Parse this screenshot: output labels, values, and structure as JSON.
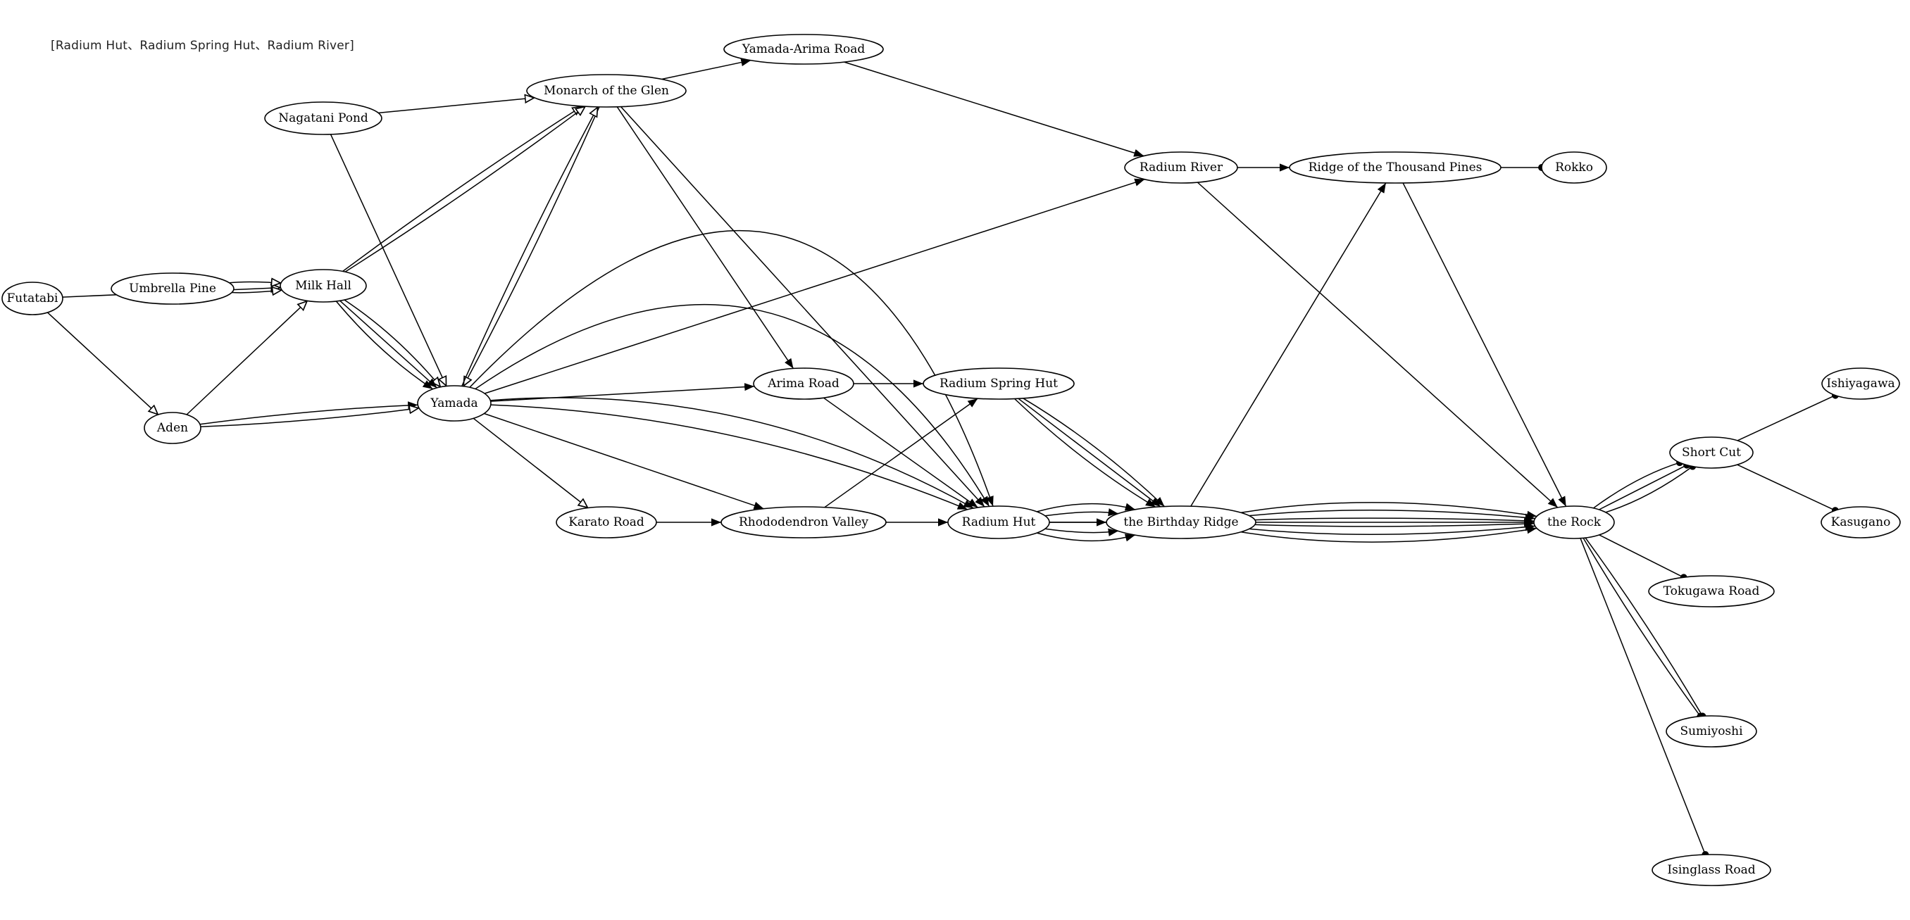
{
  "caption": "[Radium Hut、Radium Spring Hut、Radium River]",
  "nodes": {
    "yamada_arima_road": "Yamada-Arima Road",
    "monarch": "Monarch of the Glen",
    "nagatani": "Nagatani Pond",
    "radium_river": "Radium River",
    "ridge_pines": "Ridge of the Thousand Pines",
    "rokko": "Rokko",
    "futatabi": "Futatabi",
    "umbrella": "Umbrella Pine",
    "milk_hall": "Milk Hall",
    "yamada": "Yamada",
    "aden": "Aden",
    "arima_road": "Arima Road",
    "radium_spring": "Radium Spring Hut",
    "karato": "Karato Road",
    "rhododendron": "Rhododendron Valley",
    "radium_hut": "Radium Hut",
    "birthday_ridge": "the Birthday Ridge",
    "the_rock": "the Rock",
    "ishiyagawa": "Ishiyagawa",
    "short_cut": "Short Cut",
    "kasugano": "Kasugano",
    "tokugawa": "Tokugawa Road",
    "sumiyoshi": "Sumiyoshi",
    "isinglass": "Isinglass Road"
  },
  "edges": [
    {
      "from": "monarch",
      "to": "yamada_arima_road",
      "head": "filled-arrow"
    },
    {
      "from": "yamada_arima_road",
      "to": "radium_river",
      "head": "filled-arrow"
    },
    {
      "from": "nagatani",
      "to": "monarch",
      "head": "open-arrow"
    },
    {
      "from": "nagatani",
      "to": "yamada",
      "head": "open-arrow"
    },
    {
      "from": "radium_river",
      "to": "ridge_pines",
      "head": "filled-arrow"
    },
    {
      "from": "ridge_pines",
      "to": "rokko",
      "head": "dot"
    },
    {
      "from": "radium_river",
      "to": "the_rock",
      "head": "filled-arrow"
    },
    {
      "from": "ridge_pines",
      "to": "the_rock",
      "head": "filled-arrow"
    },
    {
      "from": "futatabi",
      "to": "milk_hall",
      "head": "open-arrow"
    },
    {
      "from": "futatabi",
      "to": "aden",
      "head": "open-arrow"
    },
    {
      "from": "umbrella",
      "to": "milk_hall",
      "head": "open-arrow"
    },
    {
      "from": "umbrella",
      "to": "milk_hall",
      "head": "open-arrow"
    },
    {
      "from": "milk_hall",
      "to": "monarch",
      "head": "open-arrow"
    },
    {
      "from": "milk_hall",
      "to": "monarch",
      "head": "open-arrow"
    },
    {
      "from": "milk_hall",
      "to": "yamada",
      "head": "open-arrow"
    },
    {
      "from": "milk_hall",
      "to": "yamada",
      "head": "filled-arrow"
    },
    {
      "from": "milk_hall",
      "to": "yamada",
      "head": "filled-arrow"
    },
    {
      "from": "aden",
      "to": "milk_hall",
      "head": "open-arrow"
    },
    {
      "from": "aden",
      "to": "yamada",
      "head": "filled-arrow"
    },
    {
      "from": "aden",
      "to": "yamada",
      "head": "open-arrow"
    },
    {
      "from": "monarch",
      "to": "yamada",
      "head": "open-arrow"
    },
    {
      "from": "yamada",
      "to": "monarch",
      "head": "open-arrow"
    },
    {
      "from": "monarch",
      "to": "arima_road",
      "head": "filled-arrow"
    },
    {
      "from": "monarch",
      "to": "radium_hut",
      "head": "filled-arrow"
    },
    {
      "from": "yamada",
      "to": "radium_river",
      "head": "filled-arrow"
    },
    {
      "from": "yamada",
      "to": "arima_road",
      "head": "filled-arrow"
    },
    {
      "from": "yamada",
      "to": "karato",
      "head": "open-arrow"
    },
    {
      "from": "yamada",
      "to": "rhododendron",
      "head": "filled-arrow"
    },
    {
      "from": "yamada",
      "to": "radium_hut",
      "head": "filled-arrow"
    },
    {
      "from": "yamada",
      "to": "radium_hut",
      "head": "filled-arrow"
    },
    {
      "from": "yamada",
      "to": "radium_hut",
      "head": "filled-arrow"
    },
    {
      "from": "yamada",
      "to": "radium_hut",
      "head": "filled-arrow"
    },
    {
      "from": "arima_road",
      "to": "radium_spring",
      "head": "filled-arrow"
    },
    {
      "from": "arima_road",
      "to": "radium_hut",
      "head": "filled-arrow"
    },
    {
      "from": "karato",
      "to": "rhododendron",
      "head": "filled-arrow"
    },
    {
      "from": "rhododendron",
      "to": "radium_spring",
      "head": "filled-arrow"
    },
    {
      "from": "rhododendron",
      "to": "radium_hut",
      "head": "filled-arrow"
    },
    {
      "from": "radium_spring",
      "to": "birthday_ridge",
      "head": "filled-arrow"
    },
    {
      "from": "radium_spring",
      "to": "birthday_ridge",
      "head": "filled-arrow"
    },
    {
      "from": "radium_spring",
      "to": "birthday_ridge",
      "head": "filled-arrow"
    },
    {
      "from": "radium_hut",
      "to": "birthday_ridge",
      "head": "filled-arrow"
    },
    {
      "from": "radium_hut",
      "to": "birthday_ridge",
      "head": "filled-arrow"
    },
    {
      "from": "radium_hut",
      "to": "birthday_ridge",
      "head": "filled-arrow"
    },
    {
      "from": "radium_hut",
      "to": "birthday_ridge",
      "head": "filled-arrow"
    },
    {
      "from": "radium_hut",
      "to": "birthday_ridge",
      "head": "filled-arrow"
    },
    {
      "from": "radium_hut",
      "to": "the_rock",
      "head": "filled-arrow"
    },
    {
      "from": "birthday_ridge",
      "to": "ridge_pines",
      "head": "filled-arrow"
    },
    {
      "from": "birthday_ridge",
      "to": "the_rock",
      "head": "filled-arrow"
    },
    {
      "from": "birthday_ridge",
      "to": "the_rock",
      "head": "filled-arrow"
    },
    {
      "from": "birthday_ridge",
      "to": "the_rock",
      "head": "filled-arrow"
    },
    {
      "from": "birthday_ridge",
      "to": "the_rock",
      "head": "filled-arrow"
    },
    {
      "from": "birthday_ridge",
      "to": "the_rock",
      "head": "filled-arrow"
    },
    {
      "from": "birthday_ridge",
      "to": "the_rock",
      "head": "filled-arrow"
    },
    {
      "from": "the_rock",
      "to": "short_cut",
      "head": "dot"
    },
    {
      "from": "the_rock",
      "to": "short_cut",
      "head": "dot"
    },
    {
      "from": "the_rock",
      "to": "short_cut",
      "head": "dot"
    },
    {
      "from": "short_cut",
      "to": "ishiyagawa",
      "head": "dot"
    },
    {
      "from": "short_cut",
      "to": "kasugano",
      "head": "dot"
    },
    {
      "from": "the_rock",
      "to": "tokugawa",
      "head": "dot"
    },
    {
      "from": "the_rock",
      "to": "sumiyoshi",
      "head": "dot"
    },
    {
      "from": "the_rock",
      "to": "sumiyoshi",
      "head": "dot"
    },
    {
      "from": "the_rock",
      "to": "isinglass",
      "head": "dot"
    }
  ]
}
